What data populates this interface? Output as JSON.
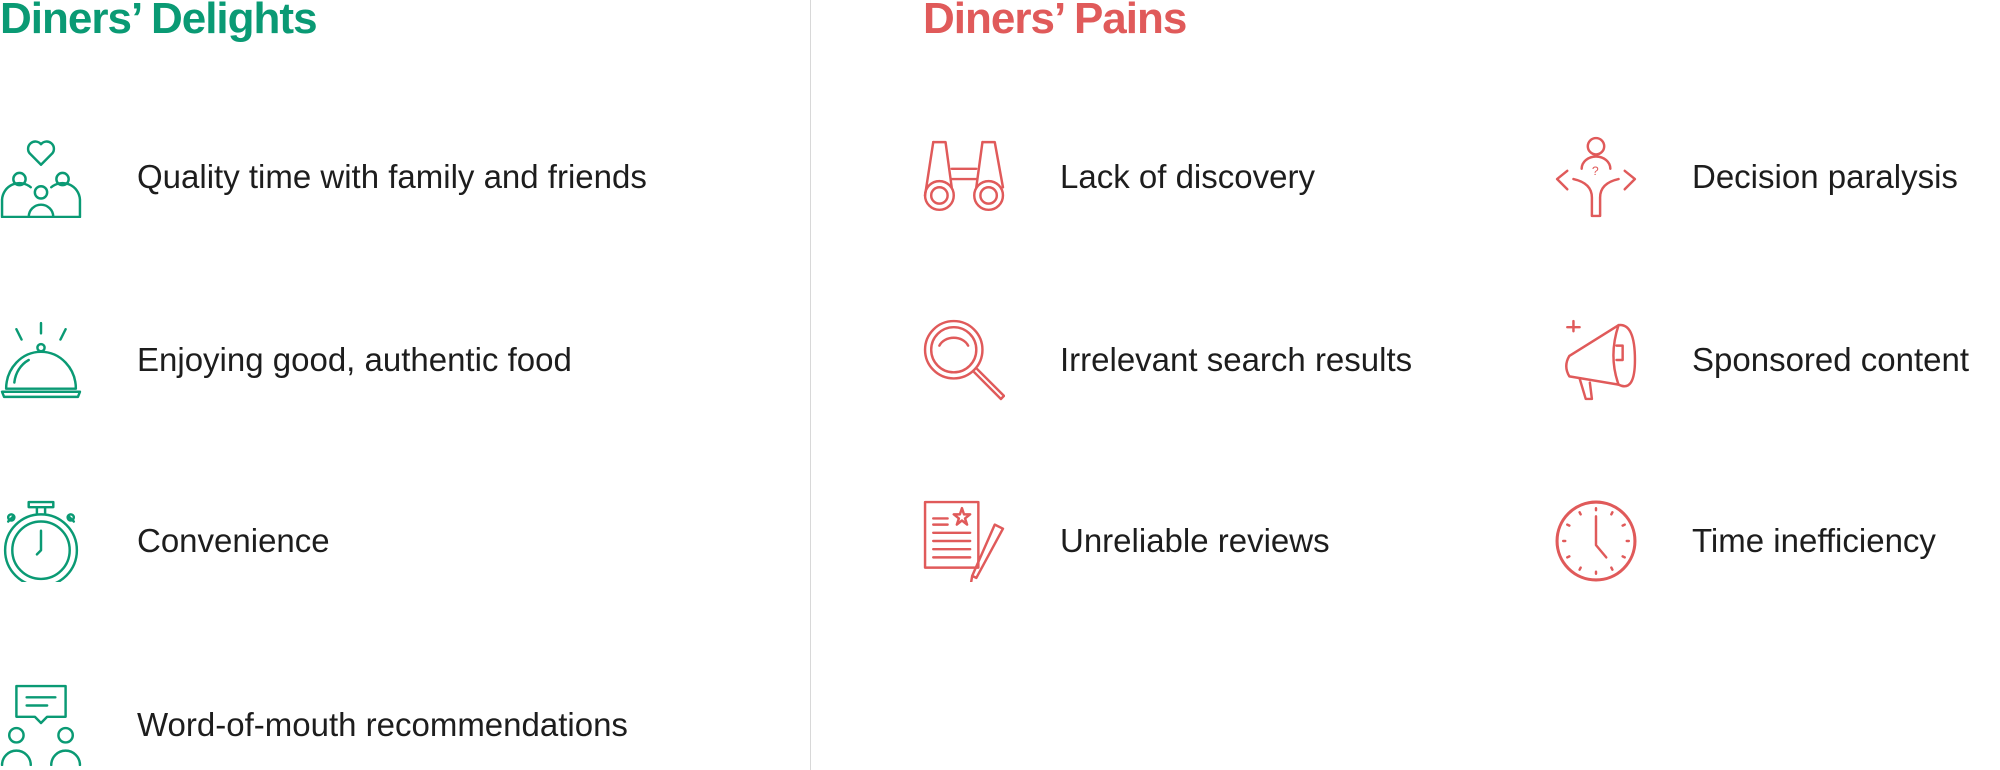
{
  "delights": {
    "title": "Diners’ Delights",
    "color": "#0a9a74",
    "items": [
      {
        "label": "Quality time with family and friends",
        "icon": "family-heart-icon"
      },
      {
        "label": "Enjoying good, authentic food",
        "icon": "food-cloche-icon"
      },
      {
        "label": "Convenience",
        "icon": "stopwatch-icon"
      },
      {
        "label": "Word-of-mouth recommendations",
        "icon": "people-chat-icon"
      }
    ]
  },
  "pains": {
    "title": "Diners’ Pains",
    "color": "#e05a5a",
    "items": [
      {
        "label": "Lack of discovery",
        "icon": "binoculars-icon"
      },
      {
        "label": "Decision paralysis",
        "icon": "decision-arrows-icon"
      },
      {
        "label": "Irrelevant search results",
        "icon": "magnifier-icon"
      },
      {
        "label": "Sponsored content",
        "icon": "megaphone-icon"
      },
      {
        "label": "Unreliable reviews",
        "icon": "review-pencil-icon"
      },
      {
        "label": "Time inefficiency",
        "icon": "clock-icon"
      }
    ]
  }
}
